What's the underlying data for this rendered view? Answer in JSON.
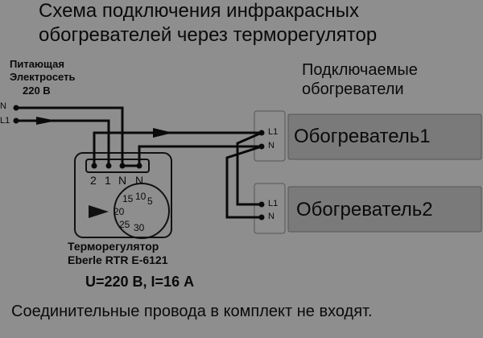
{
  "title": {
    "line1": "Схема подключения инфракрасных",
    "line2": "обогревателей через терморегулятор"
  },
  "supply": {
    "line1": "Питающая",
    "line2": "Электросеть",
    "line3": "220 В",
    "terminal_n": "N",
    "terminal_l1": "L1"
  },
  "heaters_header": {
    "line1": "Подключаемые",
    "line2": "обогреватели"
  },
  "heaters": [
    {
      "name": "Обогреватель1",
      "terminal_l1": "L1",
      "terminal_n": "N"
    },
    {
      "name": "Обогреватель2",
      "terminal_l1": "L1",
      "terminal_n": "N"
    }
  ],
  "thermostat": {
    "terminals": [
      "2",
      "1",
      "N",
      "N"
    ],
    "dial": [
      "15",
      "10",
      "5",
      "20",
      "25",
      "30"
    ],
    "label1": "Терморегулятор",
    "label2": "Eberle RTR E-6121",
    "rating": "U=220 В, I=16 А"
  },
  "footer": "Соединительные провода в комплект не входят.",
  "colors": {
    "background": "#8e8e8e",
    "wire": "#0a0a0a",
    "heater_fill": "#7a7a7a"
  }
}
